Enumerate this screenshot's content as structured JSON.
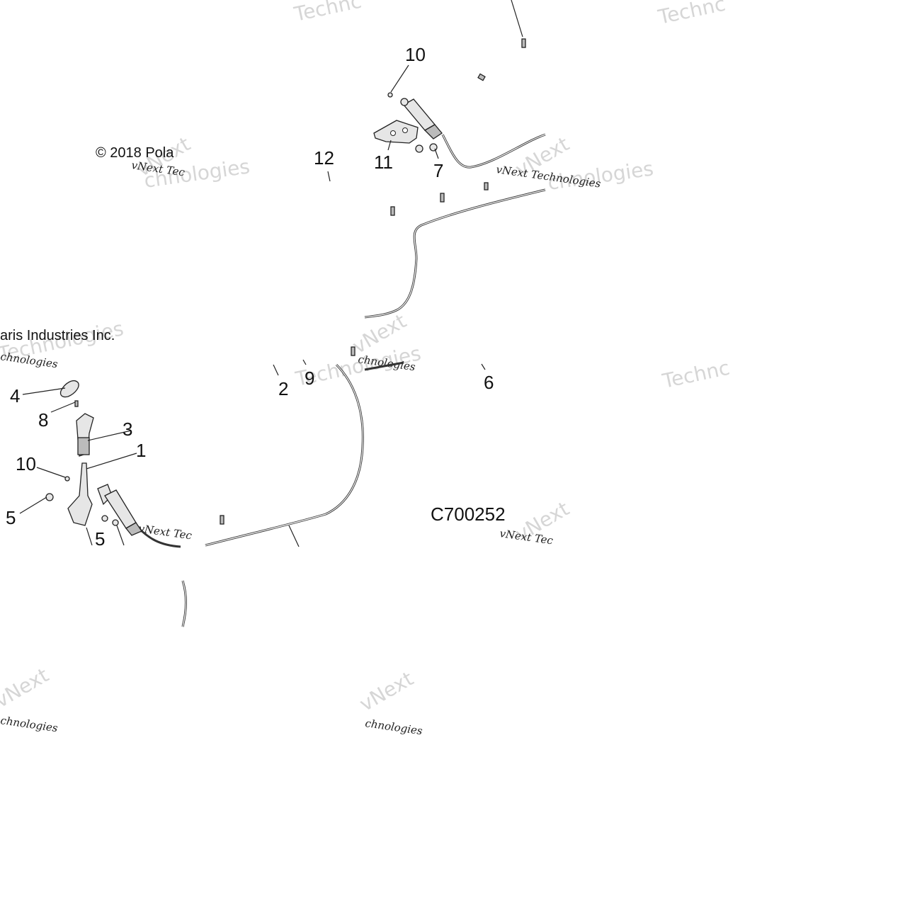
{
  "figure": {
    "id": "C700252",
    "copyright": "© 2018 Polaris Industries Inc.",
    "copyright_left": "© 2018 Pola",
    "copyright_right": "aris Industries Inc."
  },
  "watermark": {
    "big": "Technologies",
    "big_a": "Technc",
    "big_b": "vNext",
    "small": "vNext Technologies",
    "small_a": "vNext Tec",
    "small_b": "chnologies"
  },
  "callouts": [
    {
      "label": "10"
    },
    {
      "label": "12"
    },
    {
      "label": "11"
    },
    {
      "label": "7"
    },
    {
      "label": "2"
    },
    {
      "label": "9"
    },
    {
      "label": "6"
    },
    {
      "label": "4"
    },
    {
      "label": "8"
    },
    {
      "label": "3"
    },
    {
      "label": "1"
    },
    {
      "label": "10"
    },
    {
      "label": "5"
    },
    {
      "label": "5"
    }
  ]
}
